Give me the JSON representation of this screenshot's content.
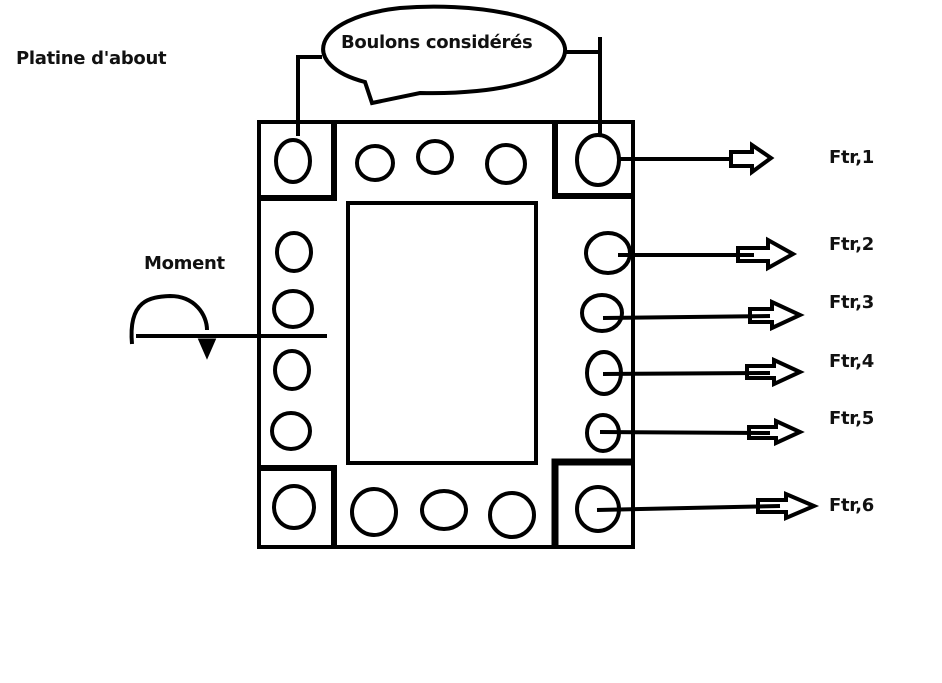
{
  "title": "Platine d'about",
  "callout": "Boulons considérés",
  "moment_label": "Moment",
  "forces": [
    {
      "label": "Ftr,1"
    },
    {
      "label": "Ftr,2"
    },
    {
      "label": "Ftr,3"
    },
    {
      "label": "Ftr,4"
    },
    {
      "label": "Ftr,5"
    },
    {
      "label": "Ftr,6"
    }
  ],
  "colors": {
    "stroke": "#000000",
    "background": "#ffffff"
  }
}
